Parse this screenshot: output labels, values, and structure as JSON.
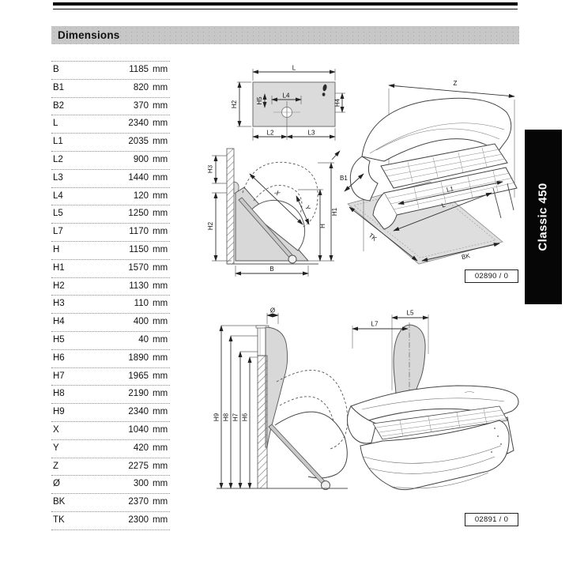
{
  "header": {
    "title": "Dimensions"
  },
  "side_tab": {
    "label": "Classic 450"
  },
  "table": {
    "rows": [
      {
        "label": "B",
        "value": "1185",
        "unit": "mm"
      },
      {
        "label": "B1",
        "value": "820",
        "unit": "mm"
      },
      {
        "label": "B2",
        "value": "370",
        "unit": "mm"
      },
      {
        "label": "L",
        "value": "2340",
        "unit": "mm"
      },
      {
        "label": "L1",
        "value": "2035",
        "unit": "mm"
      },
      {
        "label": "L2",
        "value": "900",
        "unit": "mm"
      },
      {
        "label": "L3",
        "value": "1440",
        "unit": "mm"
      },
      {
        "label": "L4",
        "value": "120",
        "unit": "mm"
      },
      {
        "label": "L5",
        "value": "1250",
        "unit": "mm"
      },
      {
        "label": "L7",
        "value": "1170",
        "unit": "mm"
      },
      {
        "label": "H",
        "value": "1150",
        "unit": "mm"
      },
      {
        "label": "H1",
        "value": "1570",
        "unit": "mm"
      },
      {
        "label": "H2",
        "value": "1130",
        "unit": "mm"
      },
      {
        "label": "H3",
        "value": "110",
        "unit": "mm"
      },
      {
        "label": "H4",
        "value": "400",
        "unit": "mm"
      },
      {
        "label": "H5",
        "value": "40",
        "unit": "mm"
      },
      {
        "label": "H6",
        "value": "1890",
        "unit": "mm"
      },
      {
        "label": "H7",
        "value": "1965",
        "unit": "mm"
      },
      {
        "label": "H8",
        "value": "2190",
        "unit": "mm"
      },
      {
        "label": "H9",
        "value": "2340",
        "unit": "mm"
      },
      {
        "label": "X",
        "value": "1040",
        "unit": "mm"
      },
      {
        "label": "Y",
        "value": "420",
        "unit": "mm"
      },
      {
        "label": "Z",
        "value": "2275",
        "unit": "mm"
      },
      {
        "label": "Ø",
        "value": "300",
        "unit": "mm"
      },
      {
        "label": "BK",
        "value": "2370",
        "unit": "mm"
      },
      {
        "label": "TK",
        "value": "2300",
        "unit": "mm"
      }
    ]
  },
  "figures": {
    "top_view": {
      "l": "L",
      "h2": "H2",
      "h5": "H5",
      "l4": "L4",
      "h4": "H4",
      "l2": "L2",
      "l3": "L3"
    },
    "side_open": {
      "h3": "H3",
      "h2": "H2",
      "h1": "H1",
      "h": "H",
      "x": "X",
      "y": "Y",
      "b": "B"
    },
    "persp_open": {
      "z": "Z",
      "b1": "B1",
      "l1": "L1",
      "l": "L",
      "tk": "TK",
      "bk": "BK",
      "ref": "02890 / 0"
    },
    "side_folded": {
      "dia": "Ø",
      "h9": "H9",
      "h8": "H8",
      "h7": "H7",
      "h6": "H6"
    },
    "persp_folded": {
      "l5": "L5",
      "l7": "L7",
      "ref": "02891 / 0"
    }
  }
}
